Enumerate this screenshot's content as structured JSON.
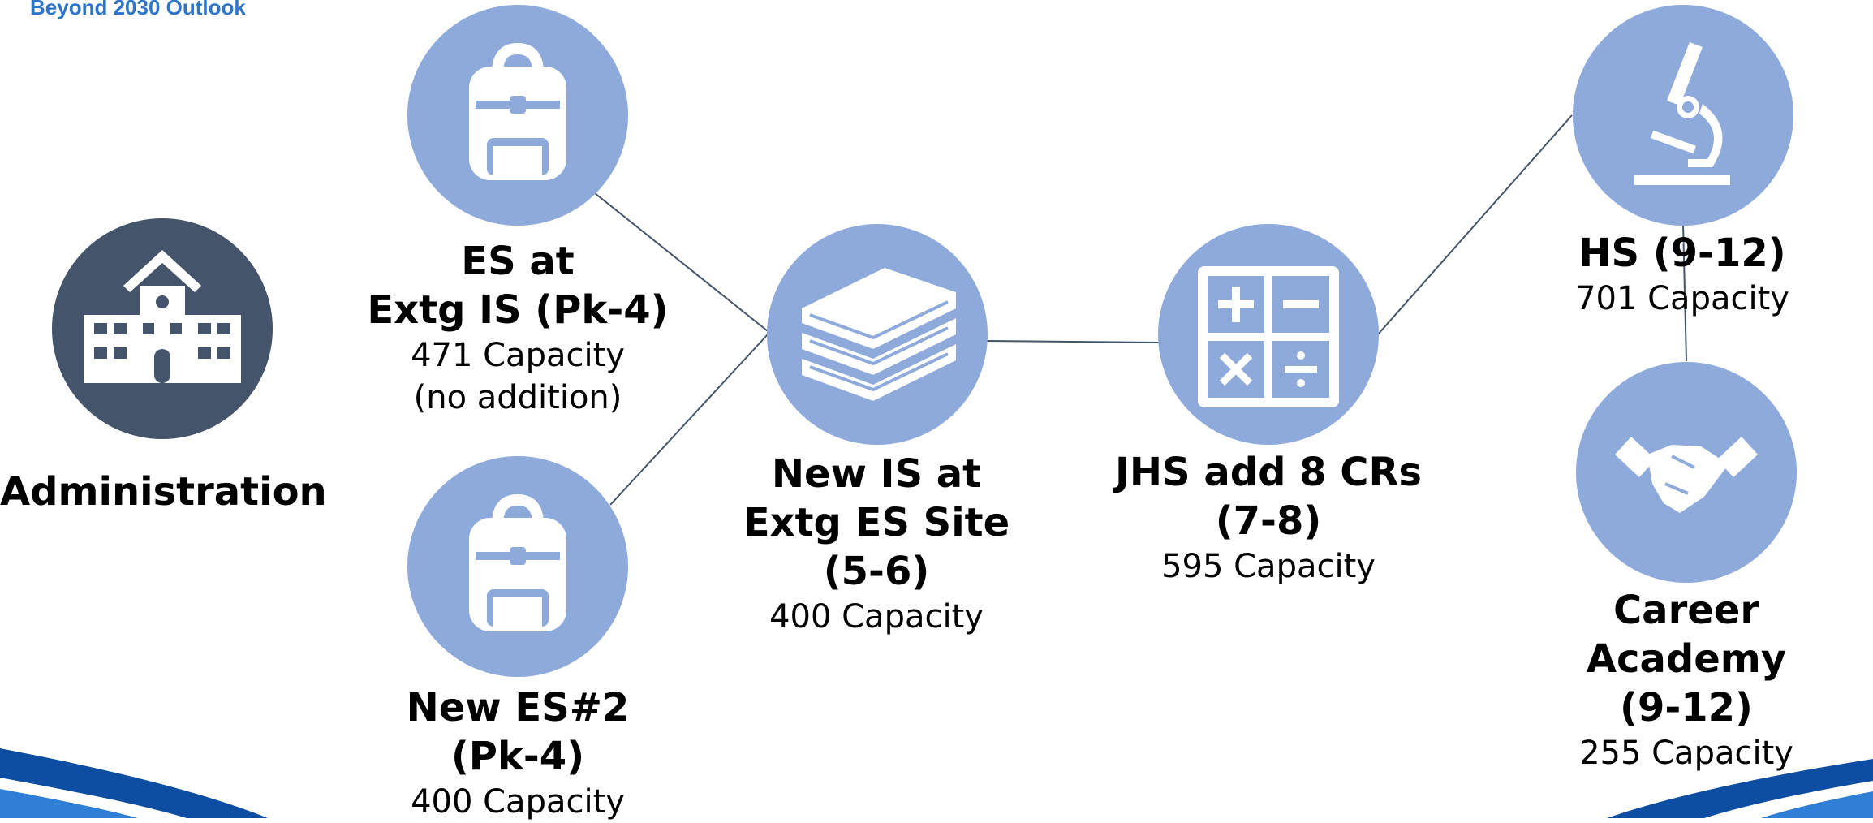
{
  "header": {
    "title": "Beyond 2030 Outlook"
  },
  "colors": {
    "node_fill": "#8eaadb",
    "admin_fill": "#44546a",
    "connector": "#44546a",
    "header_text": "#2e75c9",
    "band_dark": "#0d4ea3",
    "band_light": "#2f7fd6"
  },
  "admin": {
    "label": "Administration",
    "icon": "school-building-icon"
  },
  "nodes": {
    "es_extg": {
      "title": "ES at\nExtg IS (Pk-4)",
      "capacity": "471 Capacity",
      "note": "(no addition)",
      "icon": "backpack-icon"
    },
    "new_es2": {
      "title": "New ES#2\n(Pk-4)",
      "capacity": "400 Capacity",
      "icon": "backpack-icon"
    },
    "new_is": {
      "title": "New IS at\nExtg ES Site\n(5-6)",
      "capacity": "400 Capacity",
      "icon": "books-icon"
    },
    "jhs": {
      "title": "JHS add 8 CRs\n(7-8)",
      "capacity": "595 Capacity",
      "icon": "calculator-icon"
    },
    "hs": {
      "title": "HS (9-12)",
      "capacity": "701 Capacity",
      "icon": "microscope-icon"
    },
    "career": {
      "title": "Career Academy\n(9-12)",
      "capacity": "255 Capacity",
      "icon": "handshake-icon"
    }
  }
}
